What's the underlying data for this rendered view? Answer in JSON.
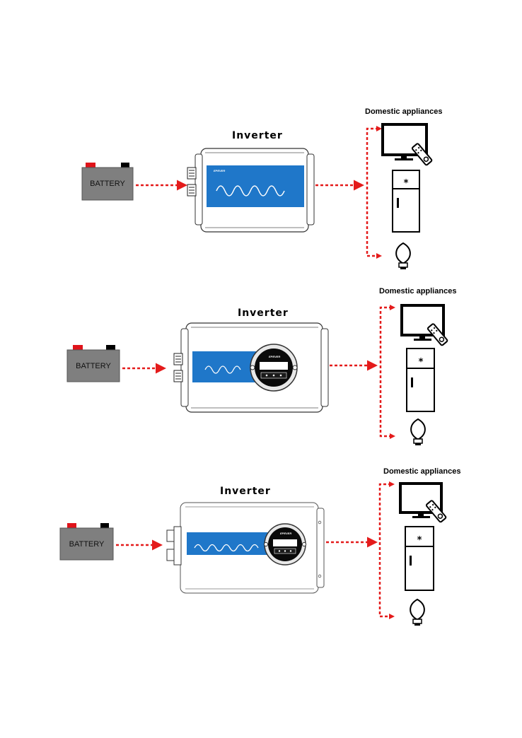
{
  "scenes": [
    {
      "inverter_label": "Inverter",
      "appliances_label": "Domestic appliances",
      "battery_label": "BATTERY",
      "brand": "EPEVER"
    },
    {
      "inverter_label": "Inverter",
      "appliances_label": "Domestic appliances",
      "battery_label": "BATTERY",
      "brand": "EPEVER"
    },
    {
      "inverter_label": "Inverter",
      "appliances_label": "Domestic appliances",
      "battery_label": "BATTERY",
      "brand": "EPEVER"
    }
  ],
  "colors": {
    "arrow": "#e41b1b",
    "panel": "#1f77c9",
    "battery": "#7f7f7f",
    "terminal_positive": "#e0131a",
    "terminal_negative": "#000000"
  },
  "icons": [
    "battery-icon",
    "inverter-icon",
    "tv-icon",
    "remote-icon",
    "fridge-icon",
    "bulb-icon"
  ]
}
